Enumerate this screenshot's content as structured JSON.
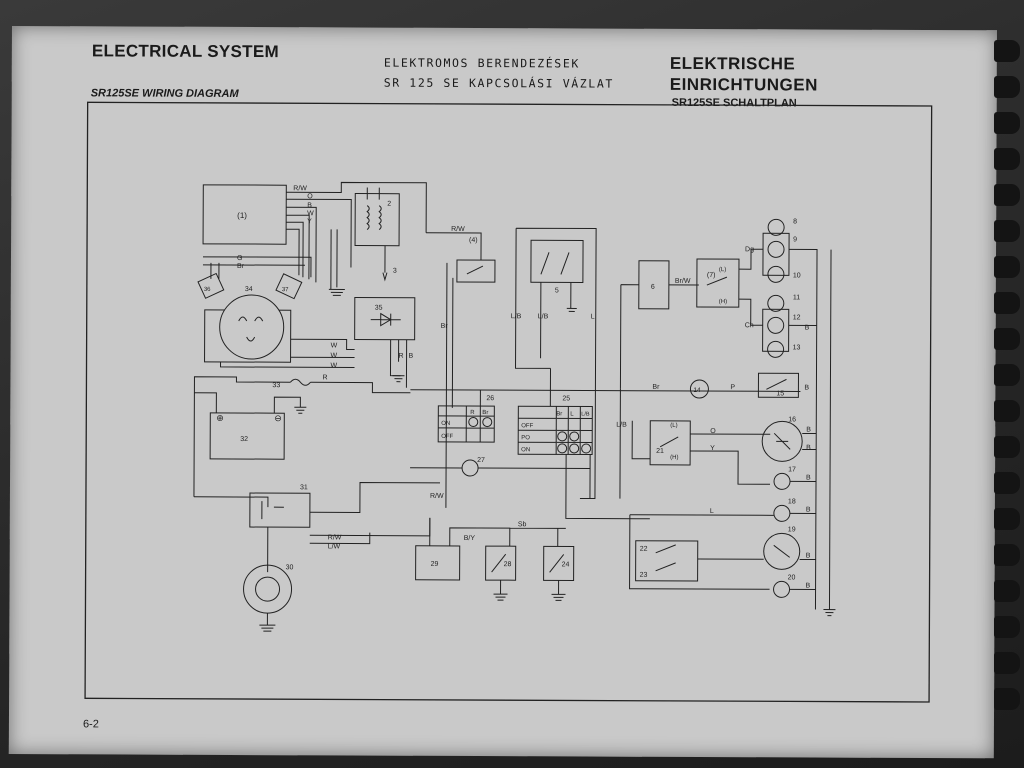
{
  "header": {
    "title_en": "ELECTRICAL SYSTEM",
    "subtitle_en": "SR125SE WIRING DIAGRAM",
    "title_hu_line1": "ELEKTROMOS BERENDEZÉSEK",
    "title_hu_line2": "SR 125 SE KAPCSOLÁSI VÁZLAT",
    "title_de_line1": "ELEKTRISCHE",
    "title_de_line2": "EINRICHTUNGEN",
    "subtitle_de": "SR125SE SCHALTPLAN"
  },
  "page_number": "6-2",
  "components": {
    "c1": "(1)",
    "c2": "2",
    "c3": "3",
    "c4": "(4)",
    "c5": "5",
    "c6": "6",
    "c7": "(7)",
    "c8": "8",
    "c9": "9",
    "c10": "10",
    "c11": "11",
    "c12": "12",
    "c13": "13",
    "c14": "14",
    "c15": "15",
    "c16": "16",
    "c17": "17",
    "c18": "18",
    "c19": "19",
    "c20": "20",
    "c21": "21",
    "c22": "22",
    "c23": "23",
    "c24": "24",
    "c25": "25",
    "c26": "26",
    "c27": "27",
    "c28": "28",
    "c29": "29",
    "c30": "30",
    "c31": "31",
    "c32": "32",
    "c33": "33",
    "c34": "34",
    "c35": "35",
    "c36": "36",
    "c37": "37"
  },
  "wire_labels": {
    "rw_top": "R/W",
    "o": "O",
    "b": "B",
    "w": "W",
    "y": "Y",
    "g": "G",
    "br": "Br",
    "rw_switch": "R/W",
    "br_vert": "Br",
    "lb1": "L/B",
    "lb2": "L/B",
    "l_vert": "L",
    "dg": "Dg",
    "brw": "Br/W",
    "ch": "Ch",
    "w1": "W",
    "w2": "W",
    "w3": "W",
    "r_fuse": "R",
    "b_vert": "B",
    "r_vert": "R",
    "br_main": "Br",
    "p": "P",
    "b_15": "B",
    "rw_vert": "R/W",
    "lb_mid": "L/B",
    "o_21": "O",
    "y_21": "Y",
    "b_16a": "B",
    "b_16b": "B",
    "b_17": "B",
    "b_18": "B",
    "b_19": "B",
    "b_20": "B",
    "b_13": "B",
    "l_mid": "L",
    "sb": "Sb",
    "by": "B/Y",
    "rw_bottom": "R/W",
    "lw_bottom": "L/W",
    "l_label_h": "(L)",
    "h_label_h": "(H)"
  },
  "switch_tables": {
    "ignition": {
      "headers": [
        "R",
        "Br"
      ],
      "rows": [
        "ON",
        "OFF"
      ]
    },
    "light": {
      "headers": [
        "Br",
        "L",
        "L/B"
      ],
      "rows": [
        "OFF",
        "PO",
        "ON"
      ]
    }
  },
  "switch_positions": {
    "l": "(L)",
    "h": "(H)"
  }
}
